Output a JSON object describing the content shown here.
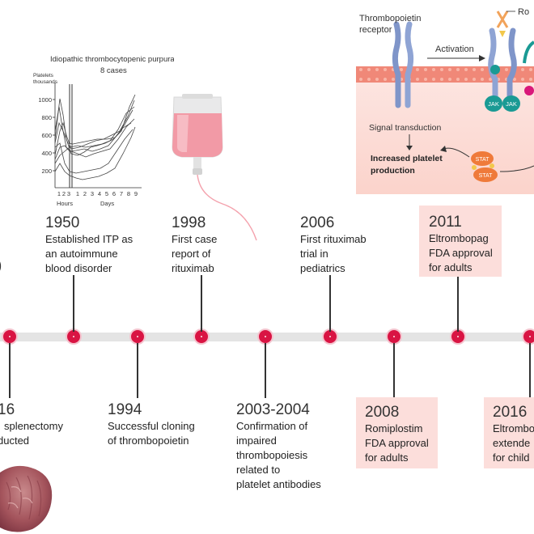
{
  "colors": {
    "node": "#d91443",
    "track": "#e4e4e4",
    "highlight": "#fcdedb",
    "membrane": "#f08878"
  },
  "events_top": [
    {
      "year": "1950",
      "desc": [
        "Established ITP as",
        "an autoimmune",
        "blood disorder"
      ],
      "highlight": false
    },
    {
      "year": "1998",
      "desc": [
        "First case",
        "report of",
        "rituximab"
      ],
      "highlight": false
    },
    {
      "year": "2006",
      "desc": [
        "First rituximab",
        "trial in",
        "pediatrics"
      ],
      "highlight": false
    },
    {
      "year": "2011",
      "desc": [
        "Eltrombopag",
        "FDA approval",
        "for adults"
      ],
      "highlight": true
    }
  ],
  "events_bottom": [
    {
      "year": "16",
      "desc": [
        "splenectomy",
        "ducted"
      ],
      "highlight": false
    },
    {
      "year": "1994",
      "desc": [
        "Successful cloning",
        "of thrombopoietin"
      ],
      "highlight": false
    },
    {
      "year": "2003-2004",
      "desc": [
        "Confirmation of",
        "impaired",
        "thrombopoiesis",
        "related to",
        "platelet antibodies"
      ],
      "highlight": false
    },
    {
      "year": "2008",
      "desc": [
        "Romiplostim",
        "FDA approval",
        "for adults"
      ],
      "highlight": true
    },
    {
      "year": "2016",
      "desc": [
        "Eltrombo",
        "extende",
        "for child"
      ],
      "highlight": true
    }
  ],
  "plot": {
    "title": "Idiopathic thrombocytopenic purpura",
    "subtitle": "8 cases",
    "ylabel_line1": "Platelets",
    "ylabel_line2": "thousands",
    "yticks": [
      "1000",
      "800",
      "600",
      "400",
      "200"
    ],
    "xticks_hours": [
      "1",
      "2",
      "3"
    ],
    "xticks_days": [
      "1",
      "2",
      "3",
      "4",
      "5",
      "6",
      "7",
      "8",
      "9"
    ],
    "xlabel_hours": "Hours",
    "xlabel_days": "Days"
  },
  "signal": {
    "receptor_label_line1": "Thrombopoietin",
    "receptor_label_line2": "receptor",
    "activation_label": "Activation",
    "ligand_label": "Ro",
    "jak_label": "JAK",
    "stat_label": "STAT",
    "transduction_label": "Signal transduction",
    "production_line1": "Increased platelet",
    "production_line2": "production"
  }
}
